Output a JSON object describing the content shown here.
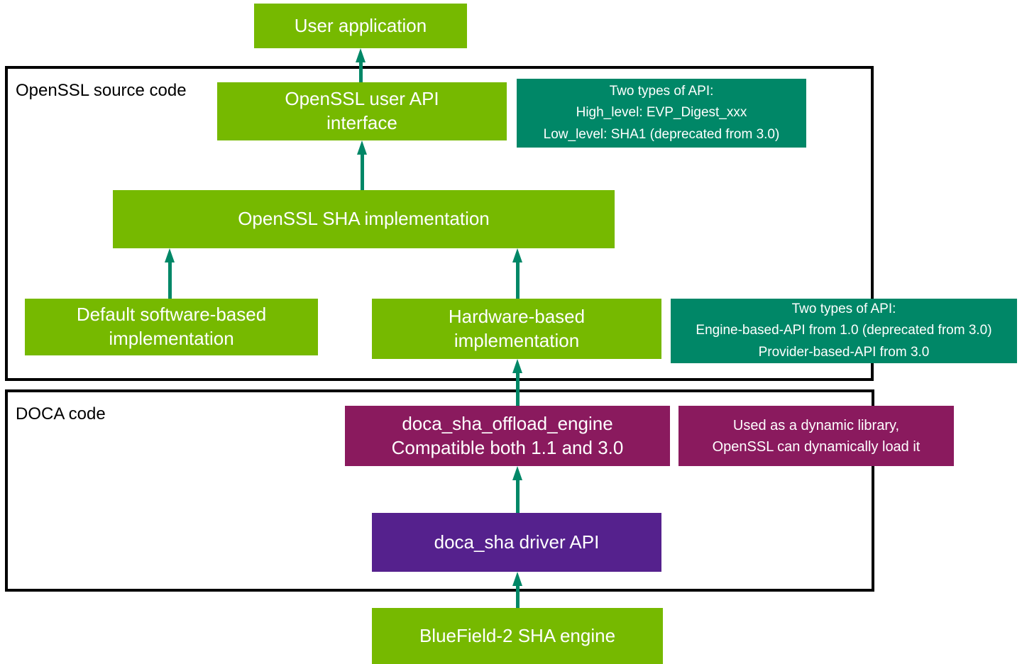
{
  "palette": {
    "green": "#76B900",
    "teal": "#008767",
    "magenta": "#8A1A5E",
    "purple": "#55218D",
    "border": "#000000",
    "box_text": "#FFFFFF",
    "label_text": "#000000",
    "background": "#FFFFFF"
  },
  "diagram": {
    "containers": {
      "openssl_label": "OpenSSL source code",
      "doca_label": "DOCA code"
    },
    "nodes": {
      "user_application": "User application",
      "openssl_user_api": "OpenSSL user API\ninterface",
      "openssl_sha_impl": "OpenSSL SHA implementation",
      "default_impl": "Default software-based\nimplementation",
      "hardware_impl": "Hardware-based\nimplementation",
      "doca_sha_offload": "doca_sha_offload_engine\nCompatible both 1.1 and 3.0",
      "doca_sha_driver": "doca_sha driver API",
      "bluefield": "BlueField-2 SHA engine"
    },
    "notes": {
      "api_types_top": "Two types of API:\nHigh_level: EVP_Digest_xxx\nLow_level: SHA1 (deprecated from 3.0)",
      "api_types_bottom": "Two types of API:\nEngine-based-API from 1.0 (deprecated from 3.0)\nProvider-based-API from 3.0",
      "dynamic_library": "Used as a dynamic library,\nOpenSSL can dynamically load it"
    }
  }
}
